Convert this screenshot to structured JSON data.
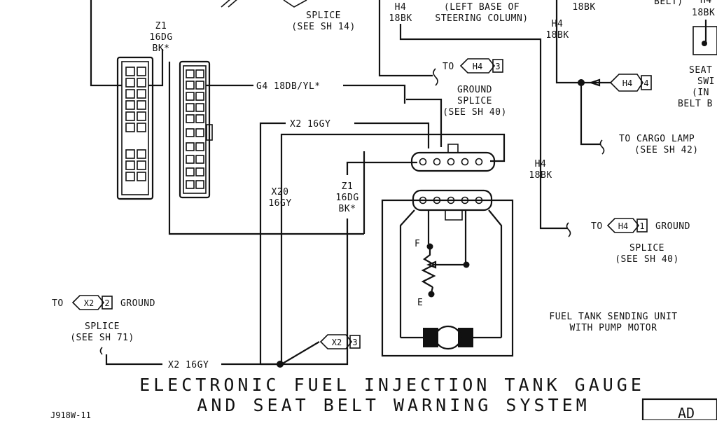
{
  "labels": {
    "z1_top_a": "Z1",
    "z1_top_b": "16DG",
    "z1_top_c": "BK*",
    "splice_top_a": "SPLICE",
    "splice_top_b": "(SEE SH 14)",
    "h4_a": "H4",
    "h4_b": "18BK",
    "steer_a": "(LEFT BASE OF",
    "steer_b": "STEERING COLUMN)",
    "h4_c": "H4",
    "h4_d": "18BK",
    "h4_top_right": "18BK",
    "belt_top": "BELT)",
    "h4_far_a": "H4",
    "h4_far_b": "18BK",
    "seat_a": "SEAT",
    "seat_b": "SWI",
    "seat_c": "(IN",
    "seat_d": "BELT B",
    "g4": "G4  18DB/YL*",
    "to_h4_3": "TO",
    "h4_3_tag": "H4",
    "h4_3_num": "3",
    "ground_splice_a": "GROUND",
    "ground_splice_b": "SPLICE",
    "ground_splice_c": "(SEE SH 40)",
    "h4_4_tag": "H4",
    "h4_4_num": "4",
    "cargo_a": "TO CARGO LAMP",
    "cargo_b": "(SEE SH 42)",
    "x2_mid": "X2  16GY",
    "h4_mid_a": "H4",
    "h4_mid_b": "18BK",
    "x20_a": "X20",
    "x20_b": "16GY",
    "z1_mid_a": "Z1",
    "z1_mid_b": "16DG",
    "z1_mid_c": "BK*",
    "to_h4_1": "TO",
    "h4_1_tag": "H4",
    "h4_1_num": "1",
    "h4_1_ground": "GROUND",
    "splice_sh40_a": "SPLICE",
    "splice_sh40_b": "(SEE SH 40)",
    "f_term": "F",
    "e_term": "E",
    "sender_a": "FUEL TANK SENDING UNIT",
    "sender_b": "WITH PUMP MOTOR",
    "to_x2_2": "TO",
    "x2_2_tag": "X2",
    "x2_2_num": "2",
    "x2_2_ground": "GROUND",
    "splice_sh71_a": "SPLICE",
    "splice_sh71_b": "(SEE SH 71)",
    "x2_bottom": "X2  16GY",
    "x2_3_tag": "X2",
    "x2_3_num": "3",
    "title_a": "ELECTRONIC FUEL INJECTION TANK GAUGE",
    "title_b": "AND SEAT BELT WARNING SYSTEM",
    "code": "J918W-11",
    "box": "AD"
  }
}
